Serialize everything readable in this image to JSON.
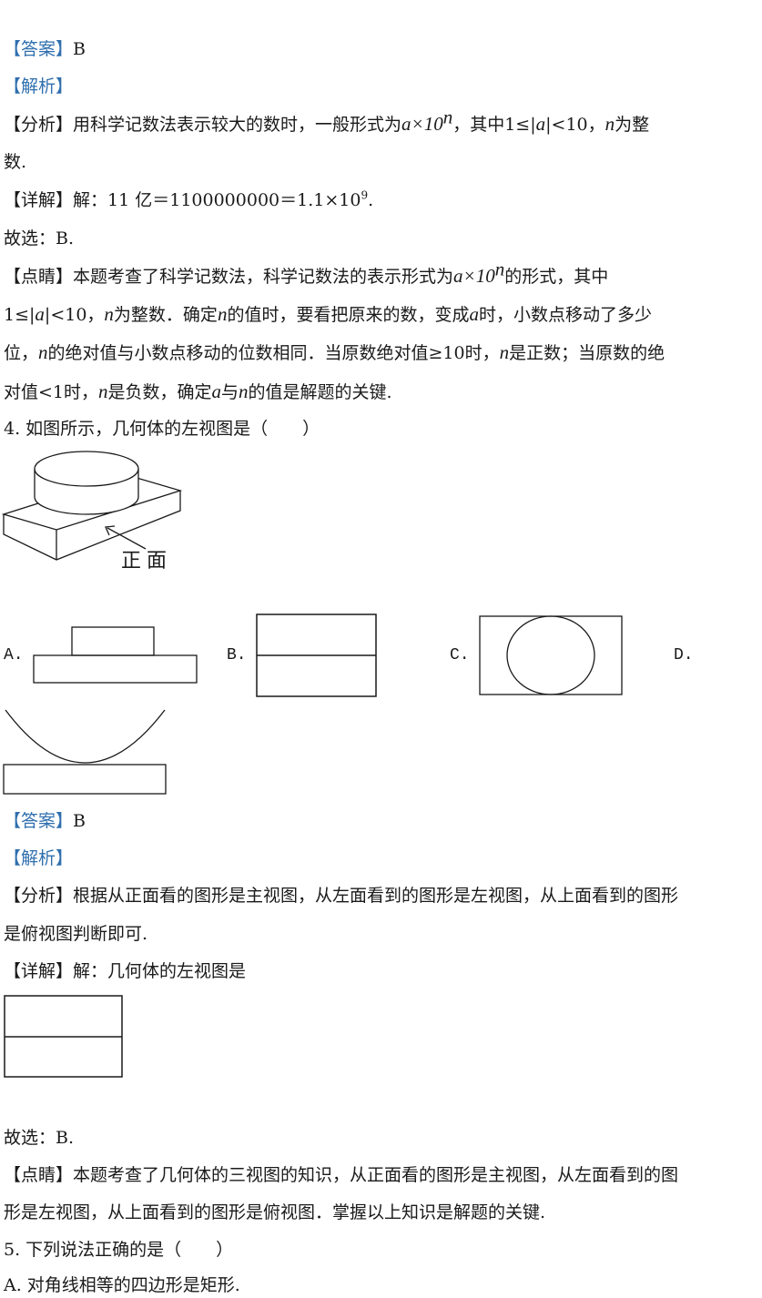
{
  "block1": {
    "answer_tag": "【答案】",
    "answer_value": "B",
    "analysis_tag": "【解析】",
    "fenxi_tag": "【分析】",
    "fenxi_text1": "用科学记数法表示较大的数时，一般形式为",
    "fenxi_formula": "a×10",
    "fenxi_exp": "n",
    "fenxi_text2": "，其中1≤|",
    "fenxi_a": "a",
    "fenxi_text3": "|<10，",
    "fenxi_n": "n",
    "fenxi_text4": "为整",
    "fenxi_text5": "数.",
    "xiangjie_tag": "【详解】",
    "xiangjie_text": "解：11 亿＝1100000000＝1.1×10",
    "xiangjie_exp": "9",
    "xiangjie_end": ".",
    "guxuan": "故选：B.",
    "dianjing_tag": "【点睛】",
    "dianjing_text1": "本题考查了科学记数法，科学记数法的表示形式为",
    "dianjing_formula": "a×10",
    "dianjing_exp": "n",
    "dianjing_text2": "的形式，其中",
    "line7_a": "1≤|",
    "line7_avar": "a",
    "line7_b": "|<10，",
    "line7_n": "n",
    "line7_c": "为整数．确定",
    "line7_n2": "n",
    "line7_d": "的值时，要看把原来的数，变成",
    "line7_a2": "a",
    "line7_e": "时，小数点移动了多少",
    "line8_a": "位，",
    "line8_n": "n",
    "line8_b": "的绝对值与小数点移动的位数相同．当原数绝对值≥10时，",
    "line8_n2": "n",
    "line8_c": "是正数；当原数的绝",
    "line9_a": "对值<1时，",
    "line9_n": "n",
    "line9_b": "是负数，确定",
    "line9_a2": "a",
    "line9_c": "与",
    "line9_n2": "n",
    "line9_d": "的值是解题的关键."
  },
  "question4": {
    "stem": "4. 如图所示，几何体的左视图是（　　）",
    "figure_label": "正面",
    "option_a": "A.",
    "option_b": "B.",
    "option_c": "C.",
    "option_d": "D."
  },
  "block2": {
    "answer_tag": "【答案】",
    "answer_value": "B",
    "analysis_tag": "【解析】",
    "fenxi_tag": "【分析】",
    "fenxi_text1": "根据从正面看的图形是主视图，从左面看到的图形是左视图，从上面看到的图形",
    "fenxi_text2": "是俯视图判断即可.",
    "xiangjie_tag": "【详解】",
    "xiangjie_text": "解：几何体的左视图是",
    "guxuan": "故选：B.",
    "dianjing_tag": "【点睛】",
    "dianjing_text1": "本题考查了几何体的三视图的知识，从正面看的图形是主视图，从左面看到的图",
    "dianjing_text2": "形是左视图，从上面看到的图形是俯视图．掌握以上知识是解题的关键."
  },
  "question5": {
    "stem": "5. 下列说法正确的是（　　）",
    "option_a": "A. 对角线相等的四边形是矩形."
  }
}
